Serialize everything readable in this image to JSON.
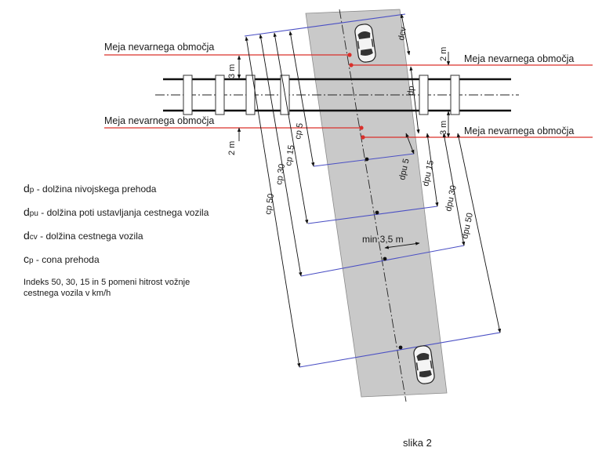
{
  "labels": {
    "boundary_top_left": "Meja nevarnega območja",
    "boundary_top_right": "Meja nevarnega območja",
    "boundary_bottom_left": "Meja nevarnega območja",
    "boundary_bottom_right": "Meja nevarnega območja"
  },
  "dimensions": {
    "d_top_left": "3 m",
    "d_top_right": "2 m",
    "d_bottom_left": "2 m",
    "d_bottom_right": "3 m",
    "dcv": "dcv",
    "dp": "dp",
    "cp5": "cp 5",
    "cp15": "cp 15",
    "cp30": "cp 30",
    "cp50": "cp 50",
    "dpu5": "dpu 5",
    "dpu15": "dpu 15",
    "dpu30": "dpu 30",
    "dpu50": "dpu 50",
    "min_width": "min 3,5 m"
  },
  "legend": [
    {
      "sym": "d",
      "sub": "p",
      "text": " - dolžina nivojskega prehoda"
    },
    {
      "sym": "d",
      "sub": "pu",
      "text": " - dolžina poti ustavljanja cestnega vozila"
    },
    {
      "sym": "d",
      "sub": "cv",
      "text": " - dolžina cestnega vozila"
    },
    {
      "sym": "c",
      "sub": "p",
      "text": " - cona prehoda"
    }
  ],
  "note_line1": "Indeks 50, 30, 15 in 5 pomeni hitrost vožnje",
  "note_line2": "cestnega vozila v km/h",
  "caption": "slika 2",
  "colors": {
    "road": "#c9c9c9",
    "boundary": "#d9302b",
    "blue": "#4a4fc4",
    "rail": "#111111"
  }
}
